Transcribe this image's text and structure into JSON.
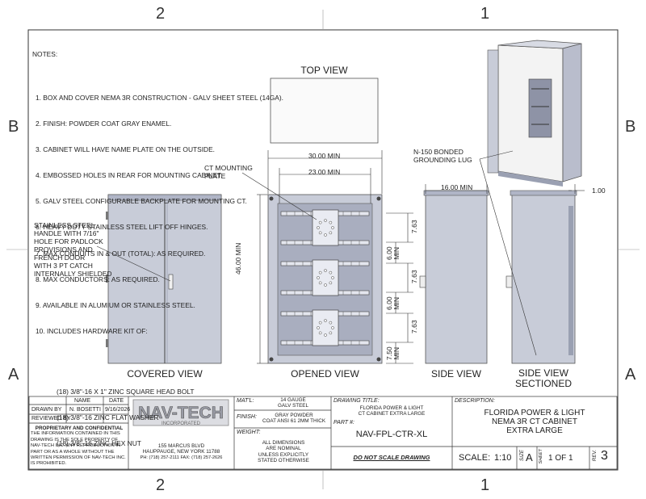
{
  "zones": {
    "top_left": "2",
    "top_right": "1",
    "bottom_left": "2",
    "bottom_right": "1",
    "left_upper": "B",
    "left_lower": "A",
    "right_upper": "B",
    "right_lower": "A"
  },
  "notes": {
    "title": "NOTES:",
    "items": [
      "1. BOX AND COVER NEMA 3R CONSTRUCTION - GALV SHEET STEEL (14GA).",
      "2. FINISH: POWDER COAT GRAY ENAMEL.",
      "3. CABINET WILL HAVE NAME PLATE ON THE OUTSIDE.",
      "4. EMBOSSED HOLES IN REAR FOR MOUNTING CABINET.",
      "5. GALV STEEL CONFIGURABLE BACKPLATE FOR MOUNTING CT.",
      "6. HEAVY DUTY STAINLESS STEEL LIFT OFF HINGES.",
      "7. MAX CONDUITS IN & OUT (TOTAL): AS REQUIRED.",
      "8. MAX CONDUCTORS: AS REQUIRED.",
      "9. AVAILABLE IN ALUMIUM OR STAINLESS STEEL.",
      "10. INCLUDES HARDWARE KIT OF:"
    ],
    "hardware": [
      "(18) 3/8\"-16 X 1\" ZINC SQUARE HEAD BOLT",
      "(18) 3/8\"-16 ZINC FLAT WASHER",
      "(18) 3/8\"-16 ZINC HEX NUT"
    ]
  },
  "views": {
    "top": "TOP VIEW",
    "covered": "COVERED VIEW",
    "opened": "OPENED VIEW",
    "side": "SIDE VIEW",
    "side_sectioned_1": "SIDE VIEW",
    "side_sectioned_2": "SECTIONED"
  },
  "callouts": {
    "handle": [
      "STAINLESS STEEL",
      "HANDLE WITH 7/16\"",
      "HOLE FOR PADLOCK",
      "PROVISIONS AND",
      "FRENCH DOOR",
      "WITH 3 PT CATCH",
      "INTERNALLY SHIELDED"
    ],
    "ct_plate": [
      "CT MOUNTING",
      "PLATE"
    ],
    "grounding": [
      "N-150 BONDED",
      "GROUNDING LUG"
    ]
  },
  "dimensions": {
    "width_outer": "30.00 MIN",
    "width_inner": "23.00 MIN",
    "height": "46.00 MIN",
    "depth": "16.00 MIN",
    "lip": "1.00",
    "spacing_a": "7.63",
    "spacing_b": "7.63",
    "spacing_c": "7.63",
    "gap_1": "6.00",
    "gap_2": "6.00",
    "min": "MIN",
    "bottom": "7.50"
  },
  "title_block": {
    "col_name": "NAME",
    "col_date": "DATE",
    "drawn_by": "DRAWN BY",
    "drawn_name": "N. BOSETTI",
    "drawn_date": "9/16/2026",
    "reviewed_by": "REVIEWED BY",
    "prop_title": "PROPRIETARY AND CONFIDENTIAL",
    "prop_text": [
      "THE INFORMATION CONTAINED IN THIS",
      "DRAWING IS THE SOLE PROPERTY OF",
      "NAV-TECH INC. ANY REPRODUCTION IN",
      "PART OR AS A WHOLE WITHOUT THE",
      "WRITTEN PERMISSION OF NAV-TECH INC.",
      "IS PROHIBITED."
    ],
    "logo_main": "NAV-TECH",
    "logo_sub": "INCORPORATED",
    "address": [
      "155 MARCUS BLVD",
      "HAUPPAUGE, NEW YORK 11788",
      "PH: (718) 257-2111   FAX: (718) 257-2626"
    ],
    "matl_label": "MAT'L:",
    "matl": [
      "14 GAUGE",
      "GALV STEEL"
    ],
    "finish_label": "FINISH:",
    "finish": [
      "GRAY POWDER",
      "COAT ANSI 61 2MM THICK"
    ],
    "weight_label": "WEIGHT:",
    "nominal": [
      "ALL DIMENSIONS",
      "ARE NOMINAL",
      "UNLESS EXPLICITLY",
      "STATED OTHERWISE"
    ],
    "drawing_title_label": "DRAWING TITLE:",
    "drawing_title": [
      "FLORIDA POWER & LIGHT",
      "CT CABINET EXTRA LARGE"
    ],
    "part_label": "PART #:",
    "part": "NAV-FPL-CTR-XL",
    "dont_scale": "DO NOT SCALE DRAWING",
    "desc_label": "DESCRIPTION:",
    "desc": [
      "FLORIDA POWER & LIGHT",
      "NEMA 3R CT CABINET",
      "EXTRA LARGE"
    ],
    "scale_label": "SCALE:",
    "scale": "1:10",
    "size_label": "SIZE",
    "size": "A",
    "sheet_label": "SHEET",
    "sheet": "1 OF 1",
    "rev_label": "REV.",
    "rev": "3"
  },
  "colors": {
    "cabinet": "#c8ccd8",
    "cabinet_dark": "#8e93a6",
    "line": "#333333"
  }
}
